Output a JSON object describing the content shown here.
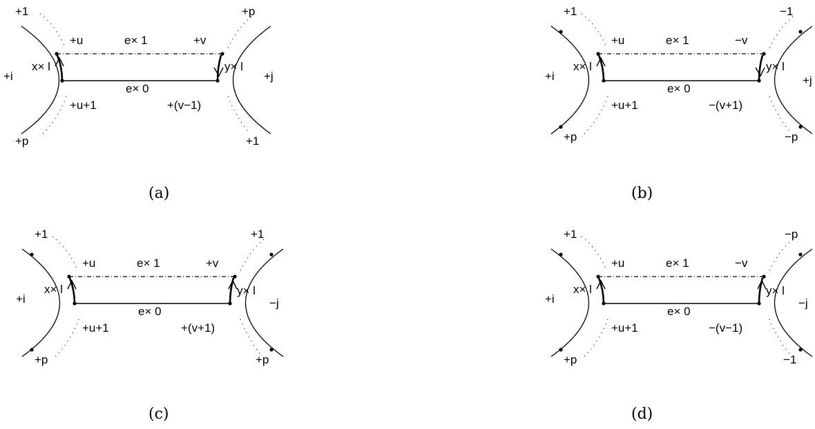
{
  "panels": [
    {
      "caption": "(a)",
      "left": {
        "top": "+1",
        "mid": "+i",
        "bottom": "+p",
        "upper": "+u",
        "lower": "+u+1",
        "edge": "x× l"
      },
      "center": {
        "top": "e× 1",
        "bottom": "e× 0"
      },
      "right": {
        "top": "+p",
        "mid": "+j",
        "bottom": "+1",
        "upper": "+v",
        "lower": "+(v−1)",
        "edge": "y× l"
      }
    },
    {
      "caption": "(b)",
      "left": {
        "top": "+1",
        "mid": "+i",
        "bottom": "+p",
        "upper": "+u",
        "lower": "+u+1",
        "edge": "x× l"
      },
      "center": {
        "top": "e× 1",
        "bottom": "e× 0"
      },
      "right": {
        "top": "−1",
        "mid": "+j",
        "bottom": "−p",
        "upper": "−v",
        "lower": "−(v+1)",
        "edge": "y× l"
      }
    },
    {
      "caption": "(c)",
      "left": {
        "top": "+1",
        "mid": "+i",
        "bottom": "+p",
        "upper": "+u",
        "lower": "+u+1",
        "edge": "x× l"
      },
      "center": {
        "top": "e× 1",
        "bottom": "e× 0"
      },
      "right": {
        "top": "+1",
        "mid": "−j",
        "bottom": "+p",
        "upper": "+v",
        "lower": "+(v+1)",
        "edge": "y× l"
      }
    },
    {
      "caption": "(d)",
      "left": {
        "top": "+1",
        "mid": "+i",
        "bottom": "+p",
        "upper": "+u",
        "lower": "+u+1",
        "edge": "x× l"
      },
      "center": {
        "top": "e× 1",
        "bottom": "e× 0"
      },
      "right": {
        "top": "−p",
        "mid": "−j",
        "bottom": "−1",
        "upper": "−v",
        "lower": "−(v−1)",
        "edge": "y× l"
      }
    }
  ]
}
